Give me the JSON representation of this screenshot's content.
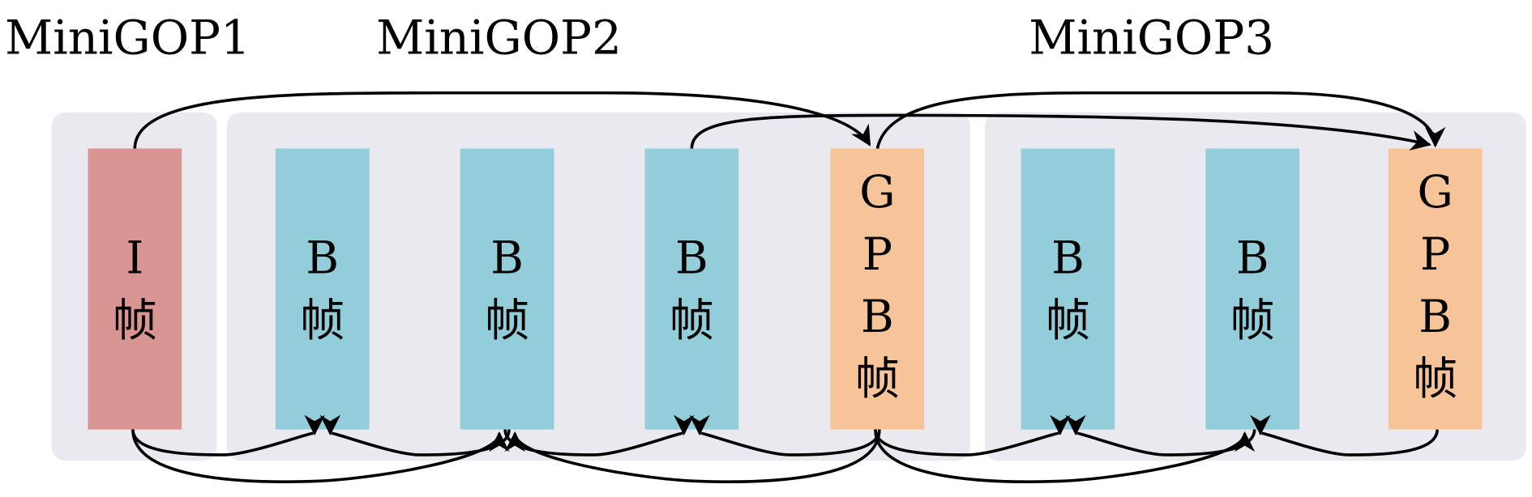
{
  "colors": {
    "panel": "#ebe9f0",
    "i_frame": "#d99592",
    "b_frame": "#93cdda",
    "gpb_frame": "#f7c49a"
  },
  "groups": [
    {
      "title": "MiniGOP1"
    },
    {
      "title": "MiniGOP2"
    },
    {
      "title": "MiniGOP3"
    }
  ],
  "frames": [
    {
      "type": "I",
      "lines": [
        "I",
        "帧"
      ]
    },
    {
      "type": "B",
      "lines": [
        "B",
        "帧"
      ]
    },
    {
      "type": "B",
      "lines": [
        "B",
        "帧"
      ]
    },
    {
      "type": "B",
      "lines": [
        "B",
        "帧"
      ]
    },
    {
      "type": "GPB",
      "lines": [
        "G",
        "P",
        "B",
        "帧"
      ]
    },
    {
      "type": "B",
      "lines": [
        "B",
        "帧"
      ]
    },
    {
      "type": "B",
      "lines": [
        "B",
        "帧"
      ]
    },
    {
      "type": "GPB",
      "lines": [
        "G",
        "P",
        "B",
        "帧"
      ]
    }
  ],
  "references": [
    {
      "from": 0,
      "to": 4
    },
    {
      "from": 3,
      "to": 7
    },
    {
      "from": 4,
      "to": 7
    },
    {
      "from": 0,
      "to": 1
    },
    {
      "from": 0,
      "to": 2
    },
    {
      "from": 2,
      "to": 1
    },
    {
      "from": 2,
      "to": 3
    },
    {
      "from": 4,
      "to": 3
    },
    {
      "from": 4,
      "to": 2
    },
    {
      "from": 4,
      "to": 5
    },
    {
      "from": 4,
      "to": 6
    },
    {
      "from": 6,
      "to": 5
    },
    {
      "from": 7,
      "to": 6
    }
  ]
}
